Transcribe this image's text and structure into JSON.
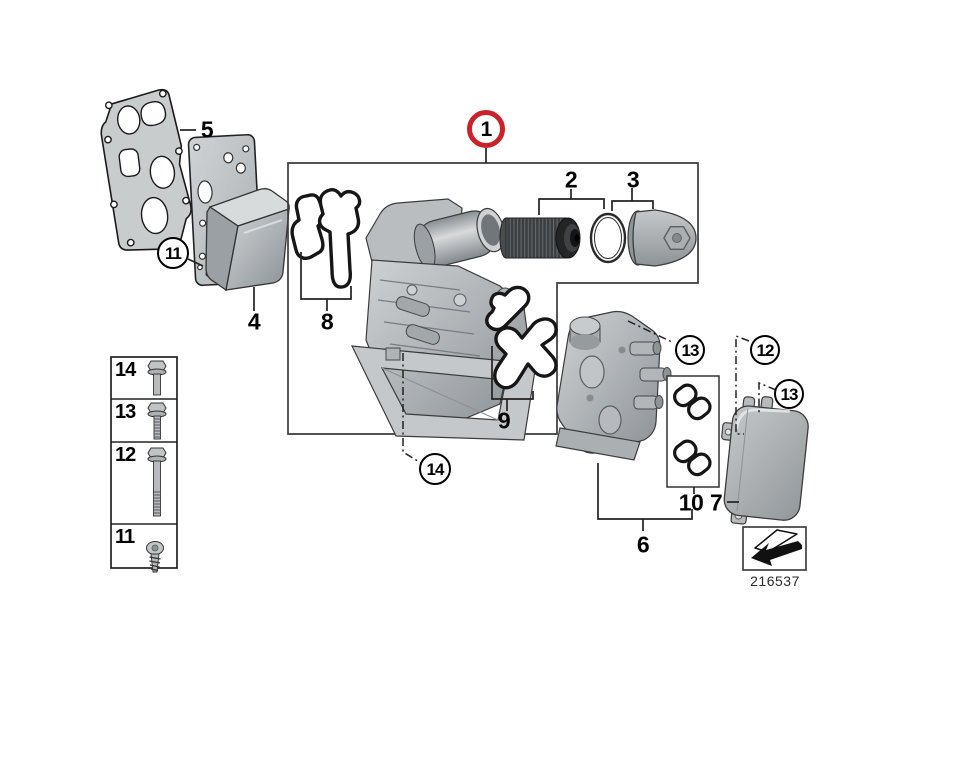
{
  "diagram": {
    "drawing_number": "216537",
    "accent_color": "#c8232a",
    "line_color": "#222222",
    "part_fill_color": "#b0b5b8",
    "view_direction_icon": "view-direction-arrow-icon"
  },
  "labels": {
    "part1": "1",
    "part2": "2",
    "part3": "3",
    "part4": "4",
    "part5": "5",
    "part6": "6",
    "part7": "7",
    "part8": "8",
    "part9": "9",
    "part10": "10",
    "part11": "11",
    "part12": "12",
    "part13": "13",
    "part14": "14"
  },
  "fastener_table": {
    "rows": [
      {
        "label": "14",
        "icon": "hex-flange-bolt-short-icon"
      },
      {
        "label": "13",
        "icon": "hex-flange-bolt-threaded-icon"
      },
      {
        "label": "12",
        "icon": "hex-bolt-long-icon"
      },
      {
        "label": "11",
        "icon": "self-tapping-screw-icon"
      }
    ]
  }
}
